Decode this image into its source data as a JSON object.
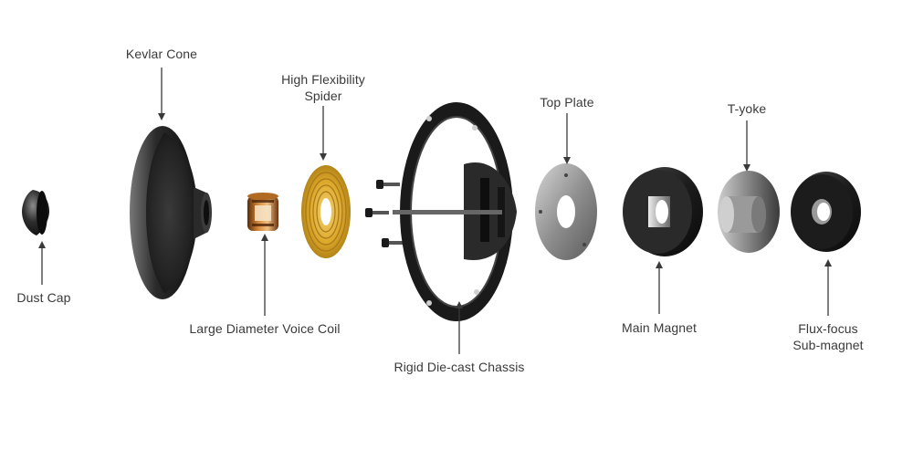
{
  "labels": {
    "dust_cap": "Dust Cap",
    "kevlar_cone": "Kevlar Cone",
    "spider_line1": "High Flexibility",
    "spider_line2": "Spider",
    "voice_coil": "Large Diameter Voice Coil",
    "chassis": "Rigid Die-cast Chassis",
    "top_plate": "Top Plate",
    "main_magnet": "Main Magnet",
    "t_yoke": "T-yoke",
    "sub_magnet_line1": "Flux-focus",
    "sub_magnet_line2": "Sub-magnet"
  },
  "colors": {
    "label_text": "#3a3a3a",
    "arrow": "#3a3a3a",
    "spider_gold": "#d9a624",
    "coil_copper": "#c77a2e",
    "cone_black": "#1c1c1c",
    "plate_silver": "#9a9a9a"
  }
}
